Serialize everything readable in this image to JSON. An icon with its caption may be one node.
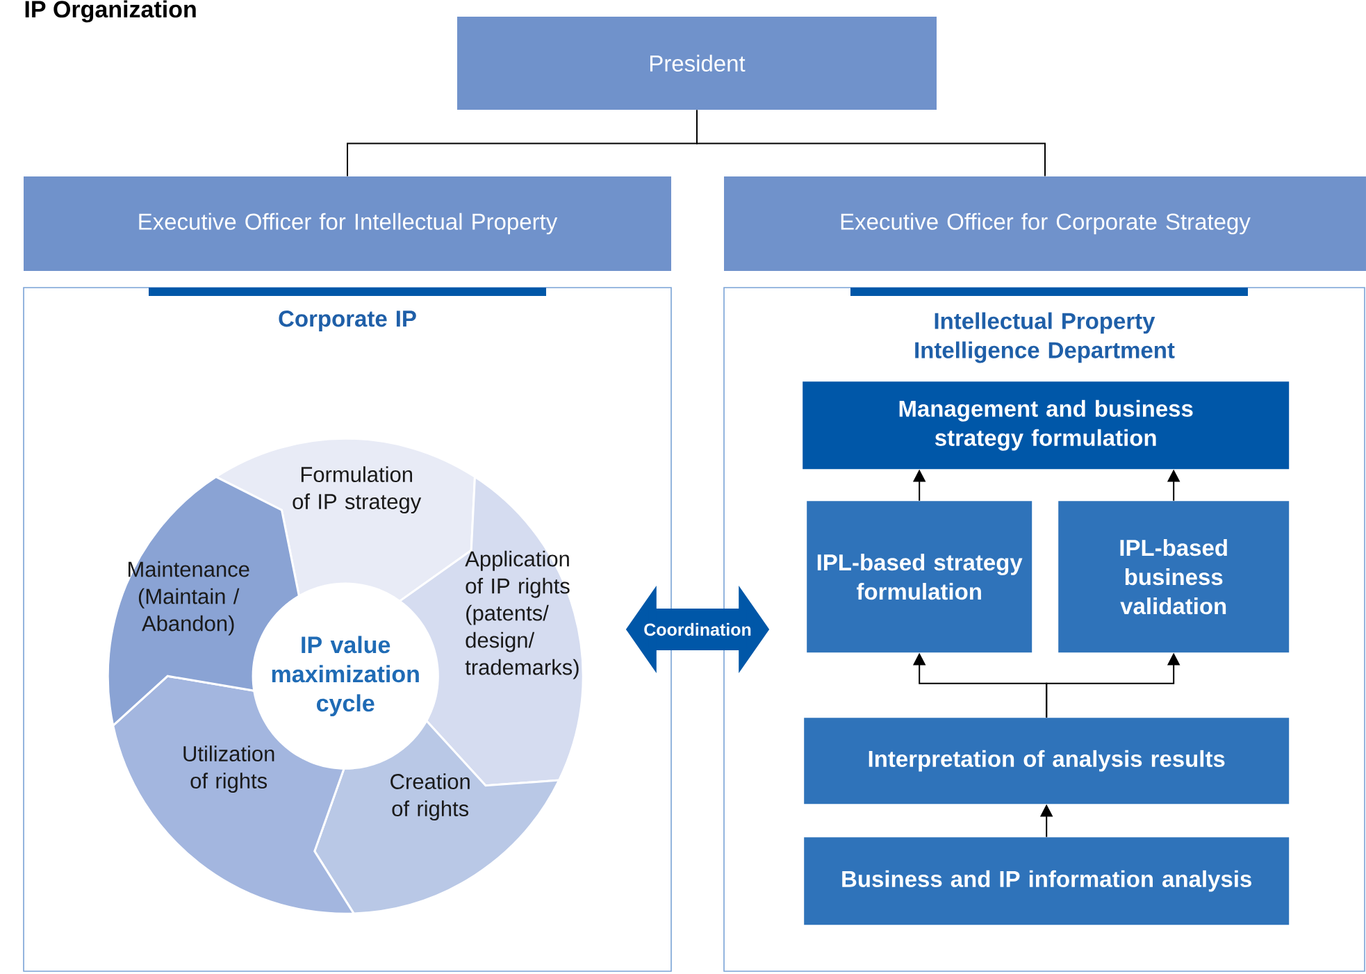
{
  "diagram": {
    "title": "IP Organization",
    "nodes": [
      {
        "text": [
          "President"
        ]
      },
      {
        "text": [
          "Executive Officer for Intellectual Property"
        ]
      },
      {
        "text": [
          "Executive Officer for Corporate Strategy"
        ]
      },
      {
        "text": [
          "Corporate IP"
        ]
      },
      {
        "text": [
          "Intellectual Property Intelligence Department"
        ]
      },
      {
        "text": [
          "Formulation of IP strategy"
        ],
        "in": 3
      },
      {
        "text": [
          "Application of IP rights (patents/ design/ trademarks)"
        ],
        "in": 3
      },
      {
        "text": [
          "Creation of rights"
        ],
        "in": 3
      },
      {
        "text": [
          "Utilization of rights"
        ],
        "in": 3
      },
      {
        "text": [
          "Maintenance (Maintain / Abandon)"
        ],
        "in": 3
      },
      {
        "text": [
          "IP value maximization cycle"
        ],
        "in": 3
      },
      {
        "text": [
          "Management and business strategy formulation"
        ],
        "in": 4
      },
      {
        "text": [
          "IPL-based strategy formulation"
        ],
        "in": 4
      },
      {
        "text": [
          "IPL-based business validation"
        ],
        "in": 4
      },
      {
        "text": [
          "Interpretation of analysis results"
        ],
        "in": 4
      },
      {
        "text": [
          "Business and IP information analysis"
        ],
        "in": 4
      }
    ],
    "edges": [
      {
        "from": 0,
        "to": 1,
        "arrow": "none"
      },
      {
        "from": 0,
        "to": 2,
        "arrow": "none"
      },
      {
        "from": 3,
        "to": 4,
        "arrow": "both",
        "label": "Coordination",
        "style": "thick",
        "color": "#0057a8"
      },
      {
        "from": 12,
        "to": 11,
        "arrow": "to"
      },
      {
        "from": 13,
        "to": 11,
        "arrow": "to"
      },
      {
        "from": 14,
        "to": 12,
        "arrow": "to"
      },
      {
        "from": 14,
        "to": 13,
        "arrow": "to"
      },
      {
        "from": 15,
        "to": 14,
        "arrow": "to"
      }
    ]
  }
}
